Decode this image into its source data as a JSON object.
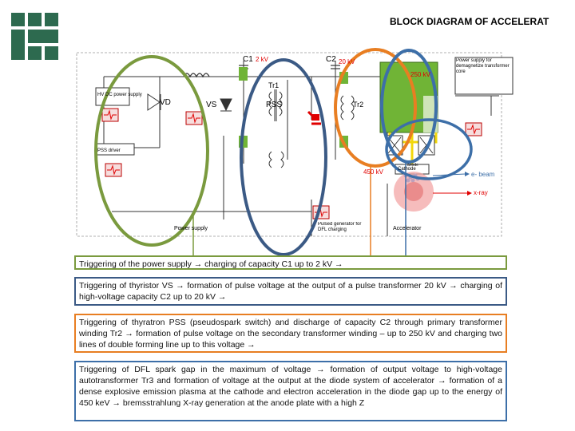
{
  "title": "BLOCK DIAGRAM OF ACCELERAT",
  "diagram": {
    "labels": {
      "c1": "C1",
      "c1_voltage": "2 kV",
      "c2": "C2",
      "c2_voltage": "20 kV",
      "v250": "250 kV",
      "tr1": "Tr1",
      "tr2": "Tr2",
      "vd": "VD",
      "vs": "VS",
      "pss": "PSS",
      "hvdc": "HV DC power supply",
      "pss_driver": "PSS driver",
      "power_supply_demag": "Power supply for demagnetize transformer core",
      "cathode": "Cathode",
      "anode": "anode",
      "v450": "450 kV",
      "ebeam": "e- beam",
      "xray": "x-ray",
      "power_supply": "Power supply",
      "pulsed_generator": "Pulsed generator for DFL charging",
      "accelerator": "Accelerator"
    },
    "colors": {
      "green": "#7a9a3e",
      "navy": "#3b5a85",
      "orange": "#e87e22",
      "blue": "#3d6fa8",
      "red": "#e00000",
      "panel_green": "#70b436",
      "yellow": "#f2d70a"
    }
  },
  "steps": [
    "Triggering of the power supply → charging of capacity C1 up to 2 kV →",
    "Triggering of thyristor VS → formation of pulse voltage at the output of a pulse transformer 20 kV → charging of high-voltage capacity C2 up to 20 kV →",
    "Triggering of thyratron PSS (pseudospark switch) and discharge of capacity C2 through primary transformer winding Tr2 → formation of pulse voltage on the secondary transformer winding – up to 250 kV and charging two lines of double forming line up to this voltage →",
    "Triggering of DFL spark gap in the maximum of voltage → formation of output voltage to high-voltage autotransformer Tr3 and formation of voltage at the output at the diode system of accelerator → formation of a dense explosive emission plasma at the cathode and electron acceleration in the diode gap up to the energy of 450 keV → bremsstrahlung X-ray generation at the anode plate with a high Z"
  ]
}
